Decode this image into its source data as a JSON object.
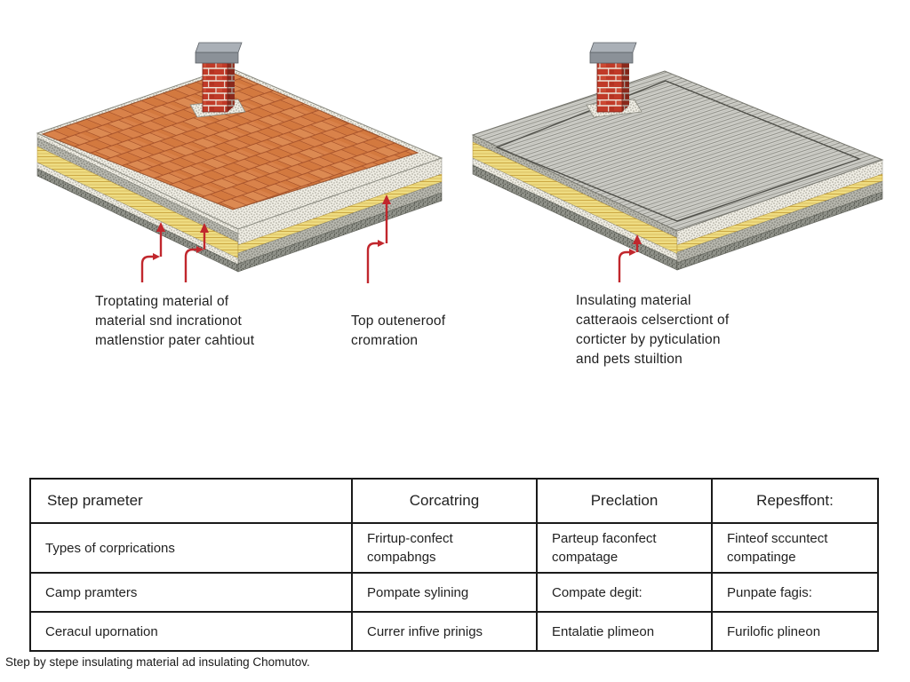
{
  "diagram": {
    "title_hint": "roof insulation comparison",
    "left_roof": "tiled-roof-with-insulation-layers",
    "right_roof": "bare-screed-roof-with-insulation-layers"
  },
  "annotations": {
    "left": {
      "lines": [
        "Troptating material of",
        "material snd incrationot",
        "matlenstior pater cahtiout"
      ]
    },
    "top_outer": {
      "lines": [
        "Top outeneroof",
        "cromration"
      ]
    },
    "right": {
      "lines": [
        "Insulating material",
        "catteraois celserctiont of",
        "corticter by pyticulation",
        "and pets stuiltion"
      ]
    }
  },
  "table": {
    "headers": [
      "Step prameter",
      "Corcatring",
      "Preclation",
      "Repesffont:"
    ],
    "rows": [
      [
        "Types of corprications",
        "Frirtup-confect compabngs",
        "Parteup faconfect compatage",
        "Finteof sccuntect compatinge"
      ],
      [
        "Camp pramters",
        "Pompate sylining",
        "Compate degit:",
        "Punpate fagis:"
      ],
      [
        "Ceracul upornation",
        "Currer infive prinigs",
        "Entalatie plimeon",
        "Furilofic plineon"
      ]
    ]
  },
  "caption": "Step by stepe insulating material ad insulating Chomutov.",
  "icons": {
    "red_arrow": "bent-callout-arrow"
  },
  "colors": {
    "arrow_red": "#c1272d",
    "tile_orange": "#d9824a",
    "tile_line": "#a8542c",
    "brick_red": "#c03a28",
    "mortar": "#ece4d8",
    "cap_gray": "#8b9198",
    "layer_light": "#efede4",
    "layer_yellow": "#eedc82",
    "layer_gray": "#b7b7ae",
    "layer_dark": "#90928a",
    "hatch_gray": "#d9d9d3",
    "table_border": "#1a1a1a",
    "text_dark": "#222222"
  }
}
